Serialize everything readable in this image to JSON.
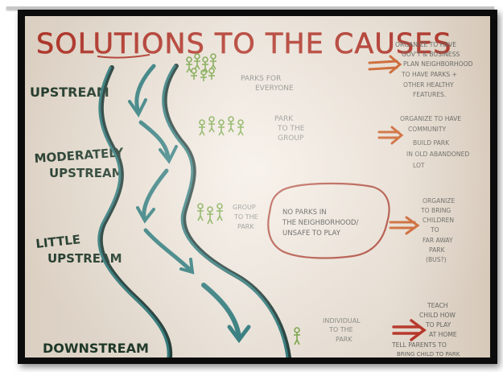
{
  "title": "SOLUTIONS TO THE CAUSES",
  "stream_labels": {
    "upstream": "UPSTREAM",
    "moderately_line1": "MODERATELY",
    "moderately_line2": "UPSTREAM",
    "little_line1": "LITTLE",
    "little_line2": "UPSTREAM",
    "downstream": "DOWNSTREAM"
  },
  "levels": {
    "upstream": {
      "middle": [
        "PARKS FOR",
        "EVERYONE"
      ],
      "right": [
        "ORGANIZE TO HAVE",
        "GOV'T & BUSINESS",
        "PLAN NEIGHBORHOOD",
        "TO HAVE PARKS +",
        "OTHER HEALTHY",
        "FEATURES."
      ]
    },
    "moderately_upstream": {
      "middle": [
        "PARK",
        "TO THE",
        "GROUP"
      ],
      "right": [
        "ORGANIZE TO HAVE",
        "COMMUNITY",
        "BUILD PARK",
        "IN OLD ABANDONED",
        "LOT"
      ]
    },
    "little_upstream": {
      "middle": [
        "GROUP",
        "TO THE",
        "PARK"
      ],
      "right": [
        "ORGANIZE",
        "TO BRING",
        "CHILDREN",
        "TO",
        "FAR AWAY",
        "PARK",
        "(BUS?)"
      ]
    },
    "downstream": {
      "middle": [
        "INDIVIDUAL",
        "TO THE",
        "PARK"
      ],
      "right": [
        "TEACH",
        "CHILD HOW",
        "TO PLAY",
        "AT HOME",
        "TELL PARENTS TO",
        "BRING CHILD TO PARK"
      ]
    }
  },
  "problem_bubble": [
    "NO PARKS IN",
    "THE NEIGHBORHOOD/",
    "UNSAFE TO PLAY"
  ],
  "colors": {
    "title": "#b83a2e",
    "label": "#1f3a2a",
    "river": "#2f7d7e",
    "river_dark": "#1f3b36",
    "arrow": "#d2632a",
    "arrow_red": "#c0392b",
    "text_grey": "#8a8a84",
    "bubble": "#b24a3a",
    "figures": "#7aa845"
  }
}
